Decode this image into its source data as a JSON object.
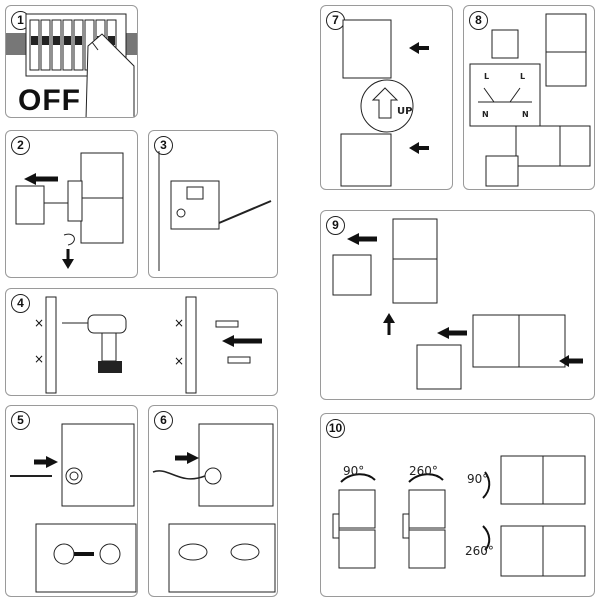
{
  "steps": [
    {
      "number": "1"
    },
    {
      "number": "2"
    },
    {
      "number": "3"
    },
    {
      "number": "4"
    },
    {
      "number": "5"
    },
    {
      "number": "6"
    },
    {
      "number": "7"
    },
    {
      "number": "8"
    },
    {
      "number": "9"
    },
    {
      "number": "10"
    }
  ],
  "step1": {
    "off_text": "OFF"
  },
  "step7": {
    "up_text": "UP"
  },
  "step8": {
    "l_label": "L",
    "n_label": "N"
  },
  "step10": {
    "angle_small": "90°",
    "angle_large": "260°"
  }
}
